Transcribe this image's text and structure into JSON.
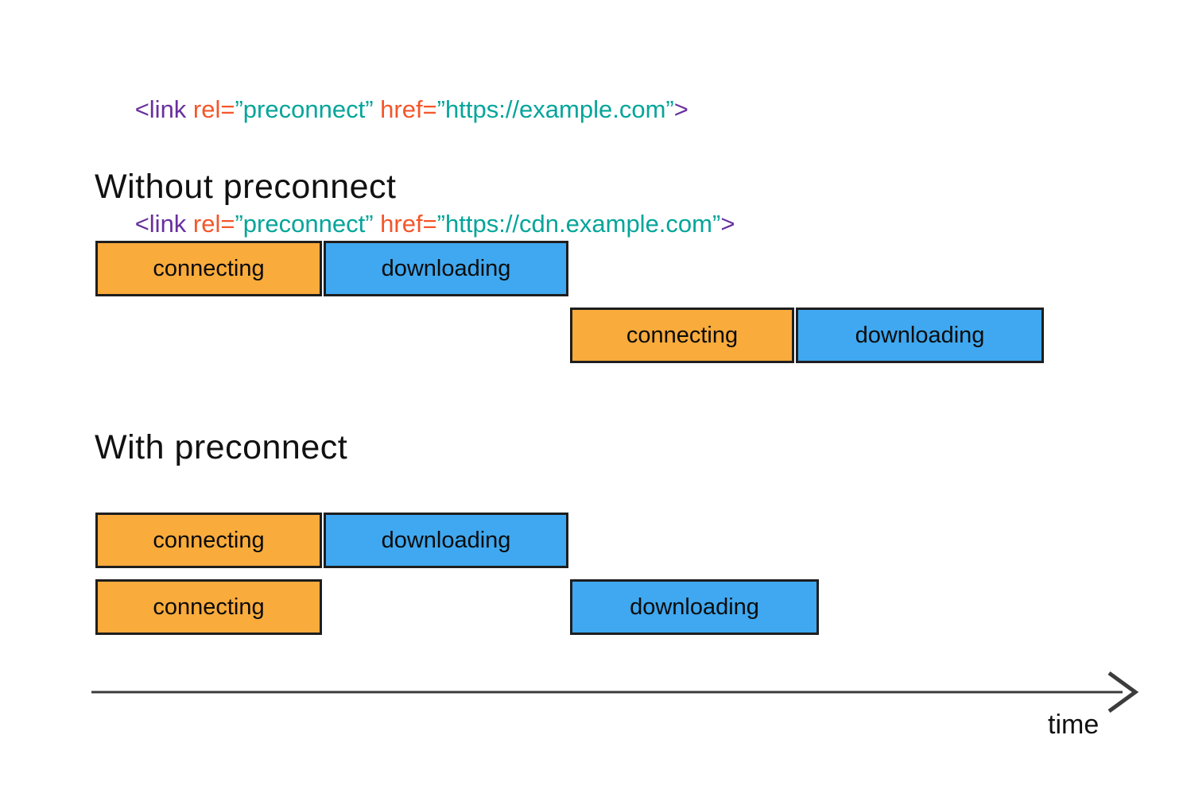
{
  "colors": {
    "connecting_fill": "#F9AB3C",
    "downloading_fill": "#3FA8F0",
    "bar_border": "#1E1E1E",
    "code_tag": "#68309E",
    "code_attr": "#F4562A",
    "code_value": "#04A59A",
    "axis": "#3C3C3C",
    "text": "#111111"
  },
  "code": {
    "line1": {
      "tag_open": "<link ",
      "attr1_name": "rel=",
      "attr1_value": "”preconnect”",
      "space": " ",
      "attr2_name": "href=",
      "attr2_value": "”https://example.com”",
      "tag_close": ">"
    },
    "line2": {
      "tag_open": "<link ",
      "attr1_name": "rel=",
      "attr1_value": "”preconnect”",
      "space": " ",
      "attr2_name": "href=",
      "attr2_value": "”https://cdn.example.com”",
      "tag_close": ">"
    }
  },
  "sections": {
    "without": {
      "title": "Without preconnect",
      "row1": {
        "connecting": "connecting",
        "downloading": "downloading"
      },
      "row2": {
        "connecting": "connecting",
        "downloading": "downloading"
      }
    },
    "with": {
      "title": "With preconnect",
      "row1": {
        "connecting": "connecting",
        "downloading": "downloading"
      },
      "row2": {
        "connecting": "connecting",
        "downloading": "downloading"
      }
    }
  },
  "axis": {
    "label": "time"
  }
}
